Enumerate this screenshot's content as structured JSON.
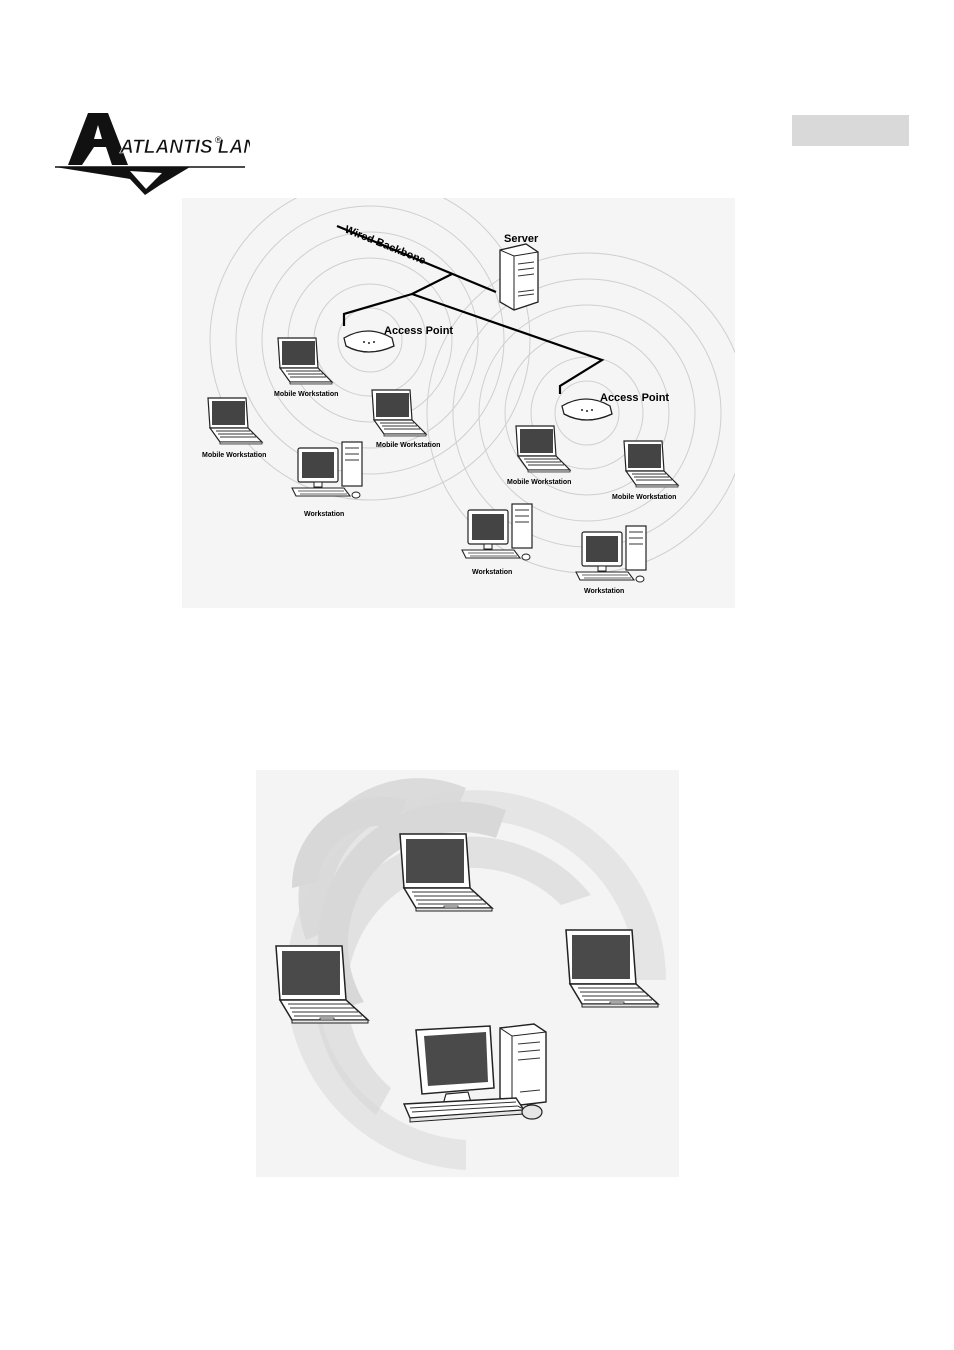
{
  "logo": {
    "name": "ATLANTIS LAND",
    "registered": "®"
  },
  "infrastructure_diagram": {
    "backbone_label": "Wired Backbone",
    "server_label": "Server",
    "access_point_left_label": "Access Point",
    "access_point_right_label": "Access Point",
    "mw1_label": "Mobile Workstation",
    "mw2_label": "Mobile Workstation",
    "mw3_label": "Mobile Workstation",
    "mw4_label": "Mobile Workstation",
    "mw5_label": "Mobile Workstation",
    "ws1_label": "Workstation",
    "ws2_label": "Workstation",
    "ws3_label": "Workstation"
  },
  "colors": {
    "tab_gray": "#d9d9d9",
    "screen": "#444444",
    "line": "#000000",
    "ring": "#cfcfcf",
    "wave": "#d8d8d8"
  }
}
